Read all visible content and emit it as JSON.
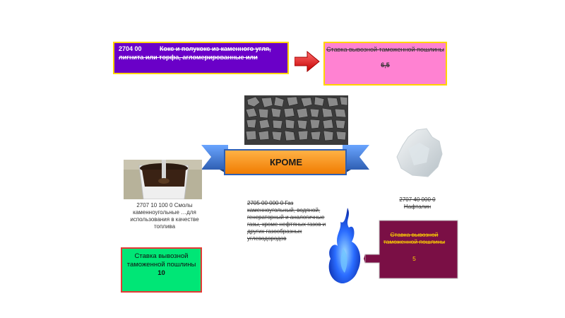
{
  "coke": {
    "code": "2704 00",
    "text": "Кокс и полукокс из каменного угля, лигнита или торфа, агломерированные или"
  },
  "top_rate": {
    "label": "Ставка вывозной таможенной пошлины",
    "value": "6,5"
  },
  "banner": {
    "text": "КРОМЕ"
  },
  "tar": {
    "caption": "2707 10 100 0 Смолы каменноугольные …для использования в качестве топлива"
  },
  "green_rate": {
    "label": "Ставка вывозной таможенной пошлины",
    "value": "10"
  },
  "gas": {
    "text": "2705 00 000 0 Газ каменноугольный, водяной, генераторный и аналогичные газы, кроме нефтяных газов и других газообразных углеводородов"
  },
  "naphthalene": {
    "code": "2707 40 000 0",
    "name": "Нафталин"
  },
  "naph_rate": {
    "label": "Ставка вывозной таможенной пошлины",
    "value": "5"
  },
  "colors": {
    "purple_box": "#6a00c8",
    "pink_box": "#ff82d2",
    "green_box": "#00e676",
    "banner_orange": "#ff8a00",
    "banner_blue": "#3a7bd5",
    "callout_maroon": "#7a0f45",
    "arrow_red": "#e51c23",
    "border_yellow": "#ffd400"
  }
}
